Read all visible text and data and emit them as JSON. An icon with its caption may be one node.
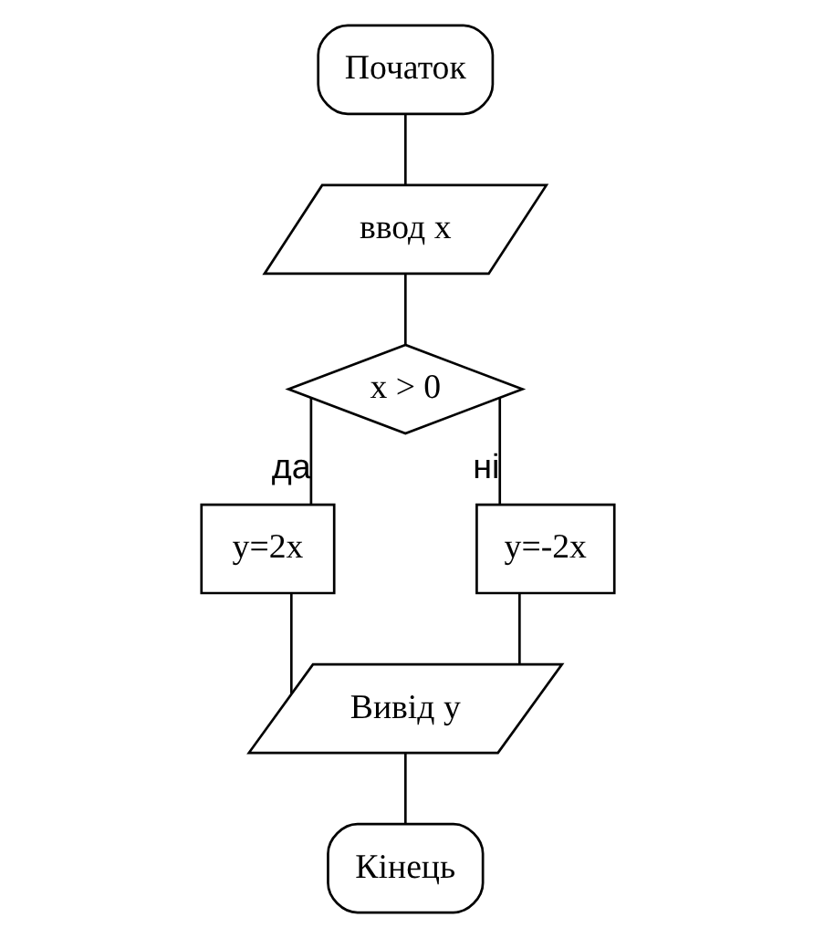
{
  "diagram": {
    "nodes": [
      {
        "text": [
          "Початок"
        ]
      },
      {
        "text": [
          "ввод x"
        ]
      },
      {
        "text": [
          "x > 0"
        ]
      },
      {
        "text": [
          "y=2x"
        ]
      },
      {
        "text": [
          "y=-2x"
        ]
      },
      {
        "text": [
          "Вивід y"
        ]
      },
      {
        "text": [
          "Кінець"
        ]
      }
    ],
    "edges": [
      {
        "from": 0,
        "to": 1,
        "arrow": "none"
      },
      {
        "from": 1,
        "to": 2,
        "arrow": "none"
      },
      {
        "from": 2,
        "to": 3,
        "label": "да",
        "arrow": "none"
      },
      {
        "from": 2,
        "to": 4,
        "label": "ні",
        "arrow": "none"
      },
      {
        "from": 3,
        "to": 5,
        "arrow": "none"
      },
      {
        "from": 4,
        "to": 5,
        "arrow": "none"
      },
      {
        "from": 5,
        "to": 6,
        "arrow": "none"
      }
    ]
  }
}
